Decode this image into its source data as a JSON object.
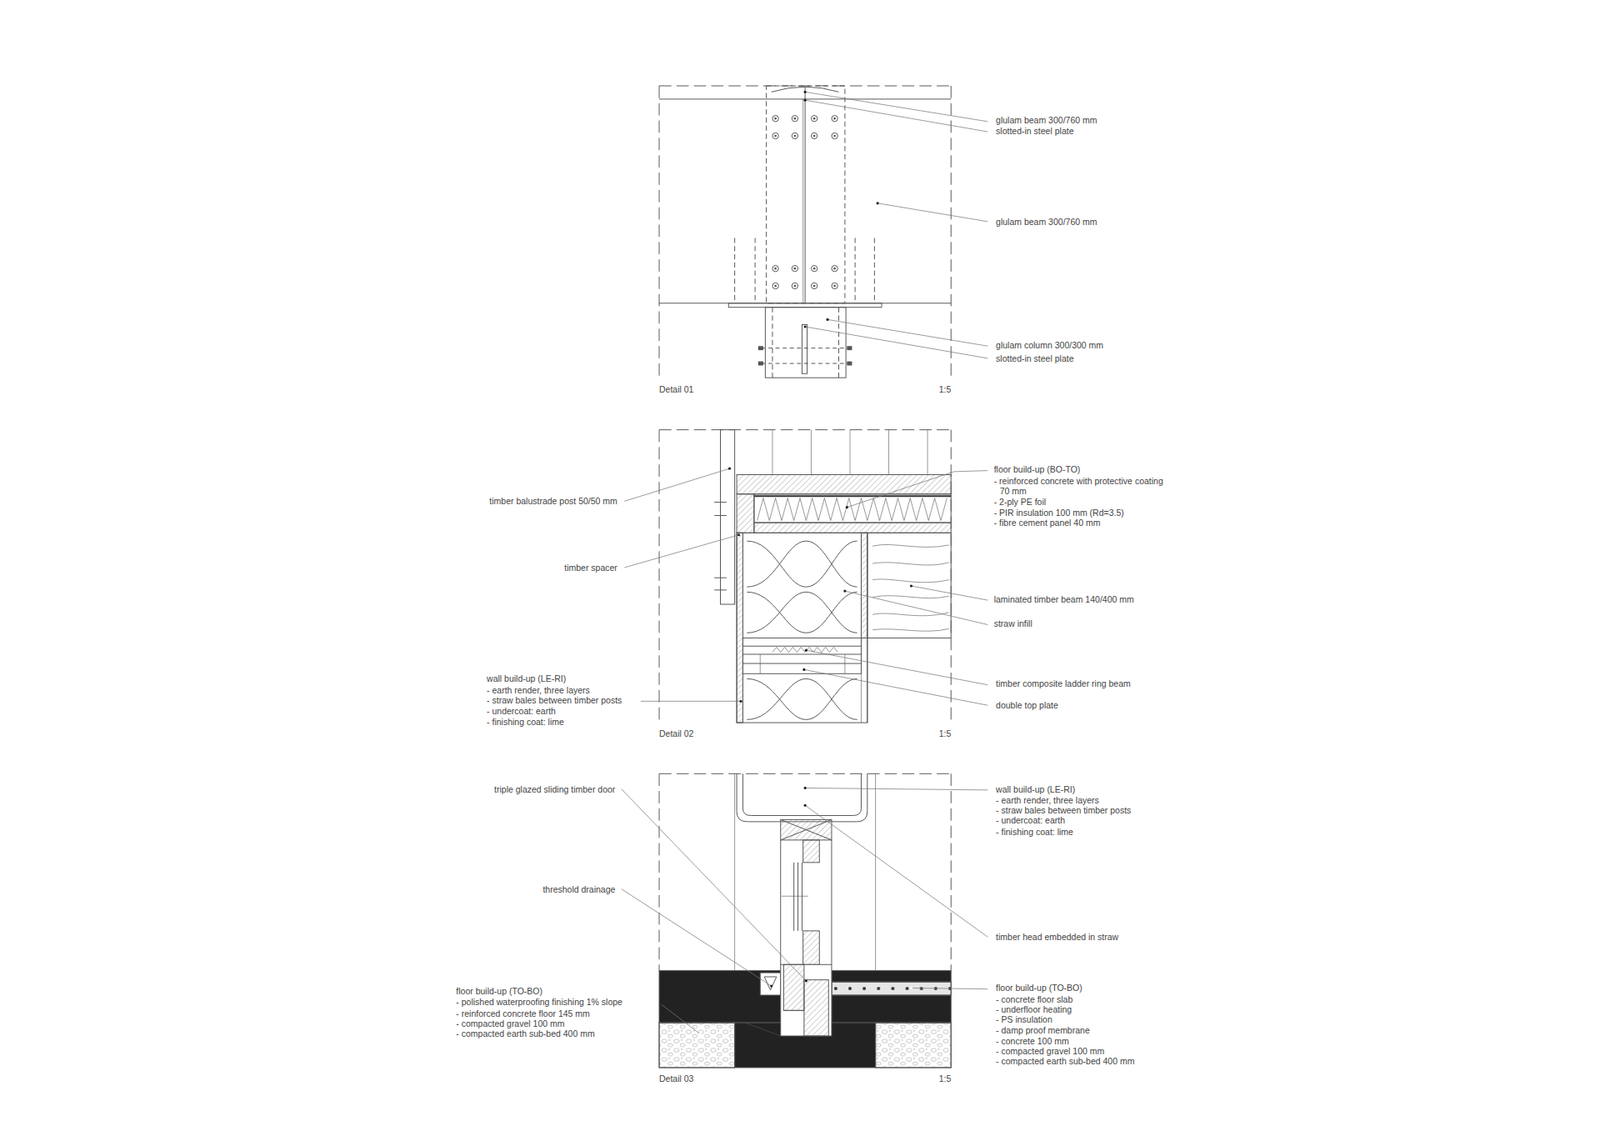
{
  "diagram": {
    "labels": [
      "glulam beam 300/760 mm",
      "slotted-in steel plate",
      "glulam beam 300/760 mm",
      "glulam column 300/300 mm",
      "slotted-in steel plate",
      "Detail 01",
      "1:5",
      "timber balustrade post 50/50 mm",
      "floor build-up (BO-TO)",
      "- reinforced concrete with protective coating 70 mm",
      "- 2-ply PE foil",
      "- PIR insulation 100 mm (Rd=3.5)",
      "- fibre cement panel 40 mm",
      "timber spacer",
      "laminated timber beam 140/400 mm",
      "straw infill",
      "timber composite ladder ring beam",
      "double top plate",
      "wall build-up (LE-RI)",
      "- earth render, three layers",
      "- straw bales between timber posts",
      "- undercoat: earth",
      "- finishing coat: lime",
      "Detail 02",
      "1:5",
      "triple glazed sliding timber door",
      "wall build-up (LE-RI)",
      "- earth render, three layers",
      "- straw bales between timber posts",
      "- undercoat: earth",
      "- finishing coat: lime",
      "threshold drainage",
      "timber head embedded in straw",
      "floor build-up (TO-BO)",
      "- polished waterproofing finishing 1% slope",
      "- reinforced concrete floor 145 mm",
      "- compacted gravel 100 mm",
      "- compacted earth sub-bed 400 mm",
      "floor build-up (TO-BO)",
      "- concrete floor slab",
      "- underfloor heating",
      "- PS insulation",
      "- damp proof membrane",
      "- concrete 100 mm",
      "- compacted gravel 100 mm",
      "- compacted earth sub-bed 400 mm",
      "Detail 03",
      "1:5"
    ]
  }
}
